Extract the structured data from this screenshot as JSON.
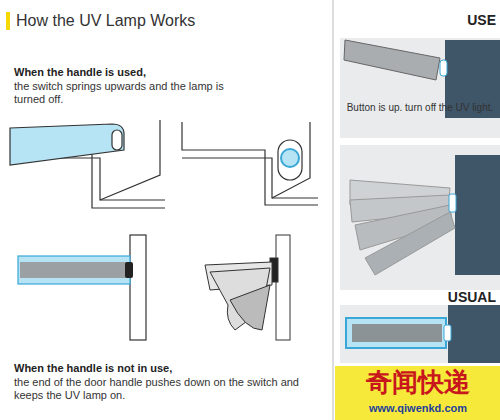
{
  "diagram": {
    "title": "How the UV Lamp Works",
    "labels": [
      "When the handle is used,",
      "the switch springs upwards and the lamp is turned off.",
      "When the handle is not in use,",
      "the end of the door handle pushes down on the switch and keeps the UV lamp on.",
      "USE",
      "Button is up. turn off the UV light.",
      "USUAL",
      "奇闻快递",
      "www.qiwenkd.com"
    ]
  }
}
